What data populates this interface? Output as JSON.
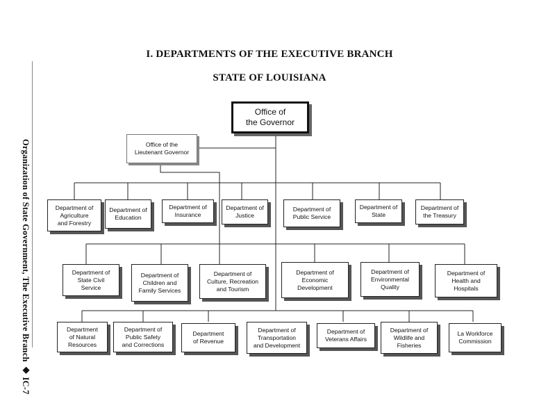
{
  "title": "I.  DEPARTMENTS OF THE EXECUTIVE BRANCH",
  "subtitle": "STATE OF LOUISIANA",
  "side_text": "Organization of State Government, The Executive Branch  ◆  IC-7",
  "governor": "Office of\nthe Governor",
  "lt_governor": "Office of the\nLieutenant Governor",
  "departments": {
    "agriculture": "Department of\nAgriculture\nand Forestry",
    "education": "Department of\nEducation",
    "insurance": "Department of\nInsurance",
    "justice": "Department of\nJustice",
    "public_service": "Department of\nPublic Service",
    "state": "Department of\nState",
    "treasury": "Department of\nthe Treasury",
    "civil_service": "Department of\nState Civil\nService",
    "children_family": "Department of\nChildren and\nFamily Services",
    "culture": "Department of\nCulture, Recreation\nand Tourism",
    "economic": "Department of\nEconomic\nDevelopment",
    "environmental": "Department of\nEnvironmental\nQuality",
    "health": "Department of\nHealth and\nHospitals",
    "natural_resources": "Department\nof Natural\nResources",
    "public_safety": "Department of\nPublic Safety\nand Corrections",
    "revenue": "Department\nof Revenue",
    "transportation": "Department of\nTransportation\nand Development",
    "veterans": "Department of\nVeterans Affairs",
    "wildlife": "Department of\nWildlife and\nFisheries",
    "workforce": "La Workforce\nCommission"
  }
}
